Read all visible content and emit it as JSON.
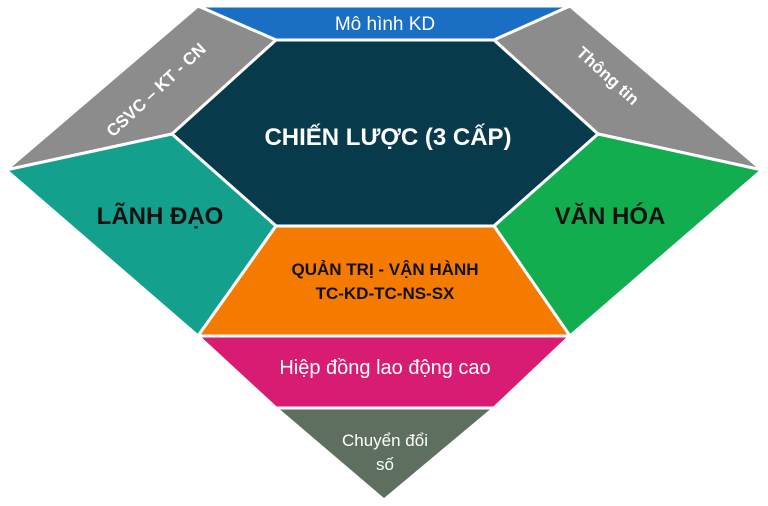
{
  "segments": {
    "top": {
      "label": "Mô hình KD",
      "color": "#1a6fc4"
    },
    "left_band": {
      "label": "CSVC – KT - CN",
      "color": "#8c8c8c"
    },
    "right_band": {
      "label": "Thông tin",
      "color": "#8c8c8c"
    },
    "center": {
      "label": "CHIẾN LƯỢC (3 CẤP)",
      "color": "#073b4c"
    },
    "left": {
      "label": "LÃNH ĐẠO",
      "color": "#13a08c"
    },
    "right": {
      "label": "VĂN HÓA",
      "color": "#12ad4e"
    },
    "middle": {
      "line1": "QUẢN TRỊ - VẬN HÀNH",
      "line2": "TC-KD-TC-NS-SX",
      "color": "#f47a00"
    },
    "lower_band": {
      "label": "Hiệp đồng lao động cao",
      "color": "#d81b73"
    },
    "bottom": {
      "line1": "Chuyển đổi",
      "line2": "số",
      "color": "#5f6f5f"
    }
  }
}
